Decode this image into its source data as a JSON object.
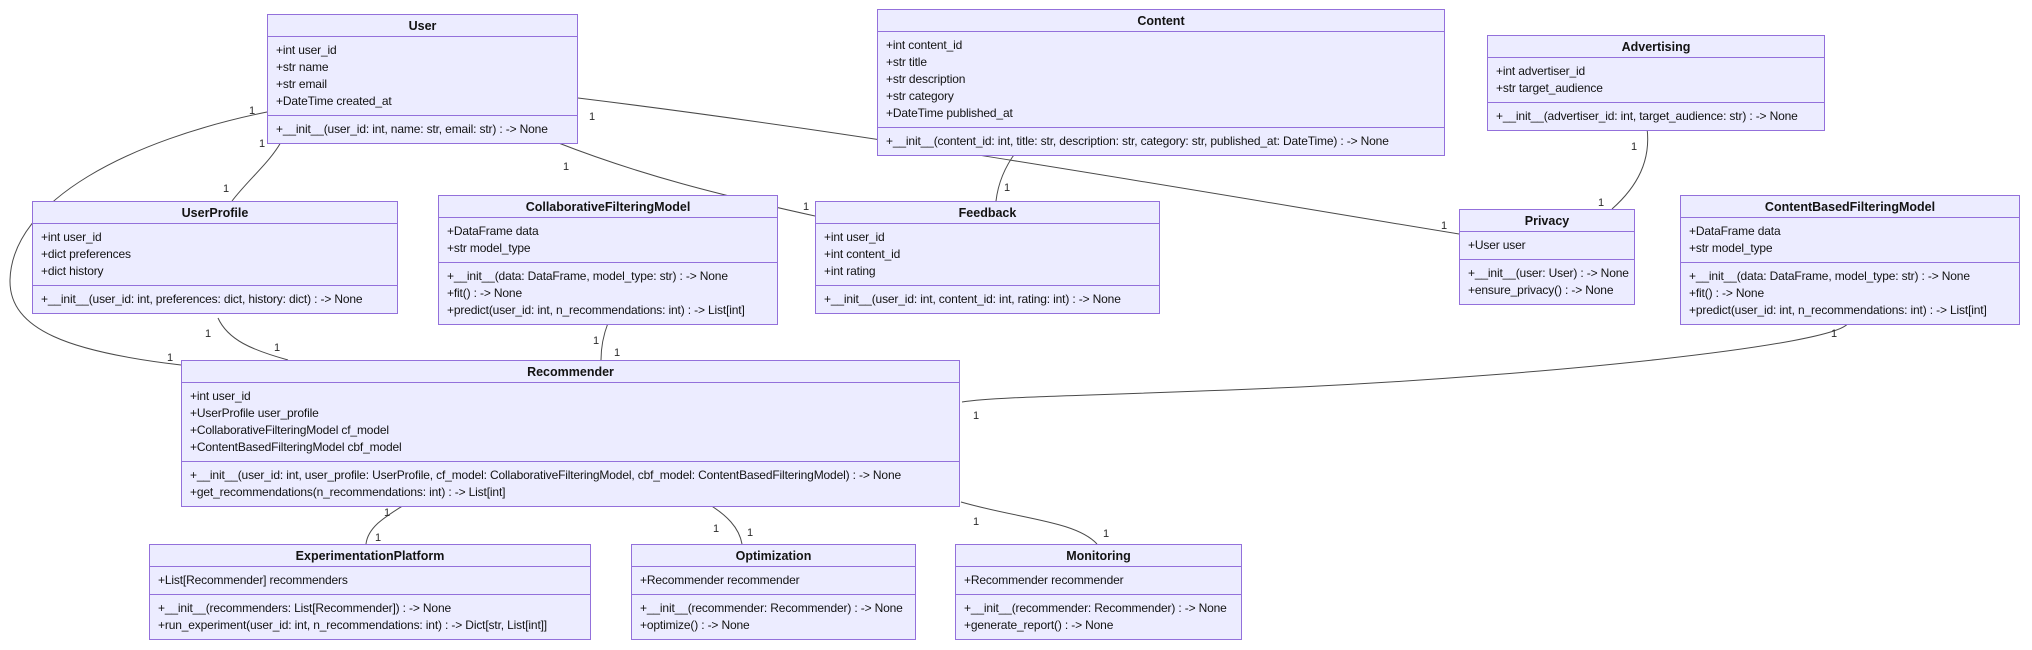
{
  "diagram": {
    "type": "uml-class-diagram",
    "colors": {
      "node_fill": "#ECECFF",
      "node_border": "#9370DB",
      "edge": "#4a4a4a",
      "text": "#131313",
      "background": "#ffffff"
    },
    "classes": [
      {
        "name": "User",
        "attributes": [
          "+int user_id",
          "+str name",
          "+str email",
          "+DateTime created_at"
        ],
        "methods": [
          "+__init__(user_id: int, name: str, email: str) : -> None"
        ]
      },
      {
        "name": "Content",
        "attributes": [
          "+int content_id",
          "+str title",
          "+str description",
          "+str category",
          "+DateTime published_at"
        ],
        "methods": [
          "+__init__(content_id: int, title: str, description: str, category: str, published_at: DateTime) : -> None"
        ]
      },
      {
        "name": "Advertising",
        "attributes": [
          "+int advertiser_id",
          "+str target_audience"
        ],
        "methods": [
          "+__init__(advertiser_id: int, target_audience: str) : -> None"
        ]
      },
      {
        "name": "UserProfile",
        "attributes": [
          "+int user_id",
          "+dict preferences",
          "+dict history"
        ],
        "methods": [
          "+__init__(user_id: int, preferences: dict, history: dict) : -> None"
        ]
      },
      {
        "name": "CollaborativeFilteringModel",
        "attributes": [
          "+DataFrame data",
          "+str model_type"
        ],
        "methods": [
          "+__init__(data: DataFrame, model_type: str) : -> None",
          "+fit() : -> None",
          "+predict(user_id: int, n_recommendations: int) : -> List[int]"
        ]
      },
      {
        "name": "Feedback",
        "attributes": [
          "+int user_id",
          "+int content_id",
          "+int rating"
        ],
        "methods": [
          "+__init__(user_id: int, content_id: int, rating: int) : -> None"
        ]
      },
      {
        "name": "Privacy",
        "attributes": [
          "+User user"
        ],
        "methods": [
          "+__init__(user: User) : -> None",
          "+ensure_privacy() : -> None"
        ]
      },
      {
        "name": "ContentBasedFilteringModel",
        "attributes": [
          "+DataFrame data",
          "+str model_type"
        ],
        "methods": [
          "+__init__(data: DataFrame, model_type: str) : -> None",
          "+fit() : -> None",
          "+predict(user_id: int, n_recommendations: int) : -> List[int]"
        ]
      },
      {
        "name": "Recommender",
        "attributes": [
          "+int user_id",
          "+UserProfile user_profile",
          "+CollaborativeFilteringModel cf_model",
          "+ContentBasedFilteringModel cbf_model"
        ],
        "methods": [
          "+__init__(user_id: int, user_profile: UserProfile, cf_model: CollaborativeFilteringModel, cbf_model: ContentBasedFilteringModel) : -> None",
          "+get_recommendations(n_recommendations: int) : -> List[int]"
        ]
      },
      {
        "name": "ExperimentationPlatform",
        "attributes": [
          "+List[Recommender] recommenders"
        ],
        "methods": [
          "+__init__(recommenders: List[Recommender]) : -> None",
          "+run_experiment(user_id: int, n_recommendations: int) : -> Dict[str, List[int]]"
        ]
      },
      {
        "name": "Optimization",
        "attributes": [
          "+Recommender recommender"
        ],
        "methods": [
          "+__init__(recommender: Recommender) : -> None",
          "+optimize() : -> None"
        ]
      },
      {
        "name": "Monitoring",
        "attributes": [
          "+Recommender recommender"
        ],
        "methods": [
          "+__init__(recommender: Recommender) : -> None",
          "+generate_report() : -> None"
        ]
      }
    ],
    "relationships": [
      {
        "from": "User",
        "to": "UserProfile",
        "from_card": "1",
        "to_card": "1"
      },
      {
        "from": "User",
        "to": "Recommender",
        "from_card": "1",
        "to_card": "1"
      },
      {
        "from": "User",
        "to": "Feedback",
        "from_card": "1",
        "to_card": "1"
      },
      {
        "from": "User",
        "to": "Privacy",
        "from_card": "1",
        "to_card": "1"
      },
      {
        "from": "Content",
        "to": "Feedback",
        "to_card": "1"
      },
      {
        "from": "Advertising",
        "to": "Privacy",
        "from_card": "1",
        "to_card": "1"
      },
      {
        "from": "UserProfile",
        "to": "Recommender",
        "from_card": "1",
        "to_card": "1"
      },
      {
        "from": "CollaborativeFilteringModel",
        "to": "Recommender",
        "from_card": "1",
        "to_card": "1"
      },
      {
        "from": "ContentBasedFilteringModel",
        "to": "Recommender",
        "from_card": "1",
        "to_card": "1"
      },
      {
        "from": "Recommender",
        "to": "ExperimentationPlatform",
        "from_card": "1",
        "to_card": "1"
      },
      {
        "from": "Recommender",
        "to": "Optimization",
        "from_card": "1",
        "to_card": "1"
      },
      {
        "from": "Recommender",
        "to": "Monitoring",
        "from_card": "1",
        "to_card": "1"
      }
    ]
  }
}
